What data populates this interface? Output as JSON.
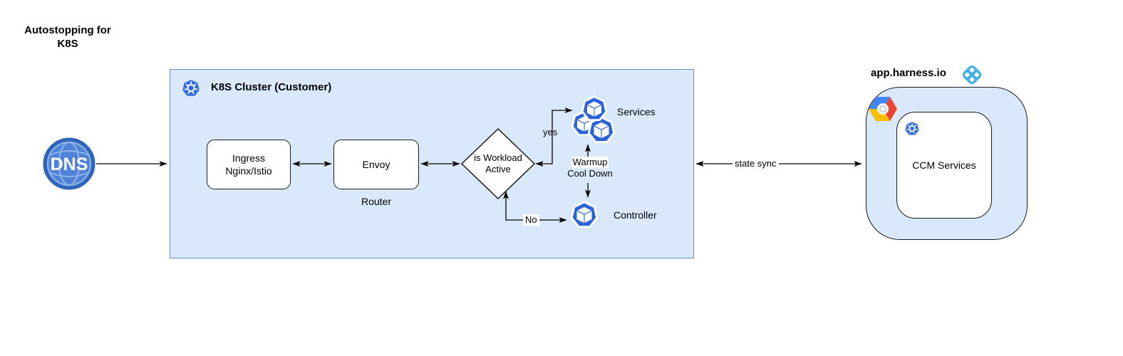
{
  "diagram_title": "Autostopping for K8S",
  "dns": {
    "label": "DNS"
  },
  "cluster": {
    "title": "K8S Cluster (Customer)",
    "ingress_label": "Ingress Nginx/Istio",
    "envoy_label": "Envoy",
    "router_label": "Router",
    "decision_label": "is Workload Active",
    "yes_label": "yes",
    "no_label": "No",
    "services_label": "Services",
    "controller_label": "Controller",
    "warmup_label": "Warmup",
    "cooldown_label": "Cool Down"
  },
  "connections": {
    "state_sync_label": "state sync"
  },
  "harness": {
    "domain_label": "app.harness.io",
    "ccm_label": "CCM Services"
  },
  "colors": {
    "cluster_fill": "#dae8fc",
    "cluster_border": "#6c8ebf",
    "pod_blue": "#2b63d9",
    "k8s_blue": "#326ce5",
    "harness_blue": "#3fb1e3",
    "gcp_blue": "#4285f4",
    "gcp_red": "#ea4335",
    "gcp_yellow": "#fbbc05",
    "dns_fill": "#4e83d7",
    "dns_ring": "#2e64ba"
  }
}
